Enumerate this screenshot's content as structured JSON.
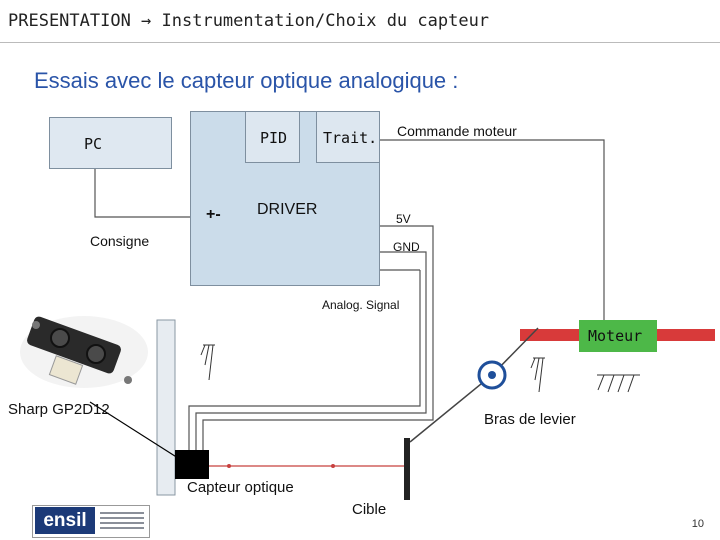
{
  "header": {
    "text": "PRESENTATION → Instrumentation/Choix du capteur"
  },
  "subtitle": "Essais avec le capteur optique analogique :",
  "diagram": {
    "pc": "PC",
    "pid": "PID",
    "trait": "Trait.",
    "driver": "DRIVER",
    "plus_minus": "+-",
    "consigne": "Consigne",
    "commande_moteur": "Commande moteur",
    "v5": "5V",
    "gnd": "GND",
    "analog_signal": "Analog. Signal",
    "moteur": "Moteur",
    "sharp": "Sharp GP2D12",
    "bras_de_levier": "Bras de levier",
    "capteur_optique": "Capteur optique",
    "cible": "Cible"
  },
  "footer": {
    "logo_text": "ensil",
    "page_number": "10"
  },
  "colors": {
    "title": "#2a54a8",
    "box_fill": "#cbdcea",
    "moteur_green": "#4db848",
    "bar_red": "#d83a3a"
  }
}
